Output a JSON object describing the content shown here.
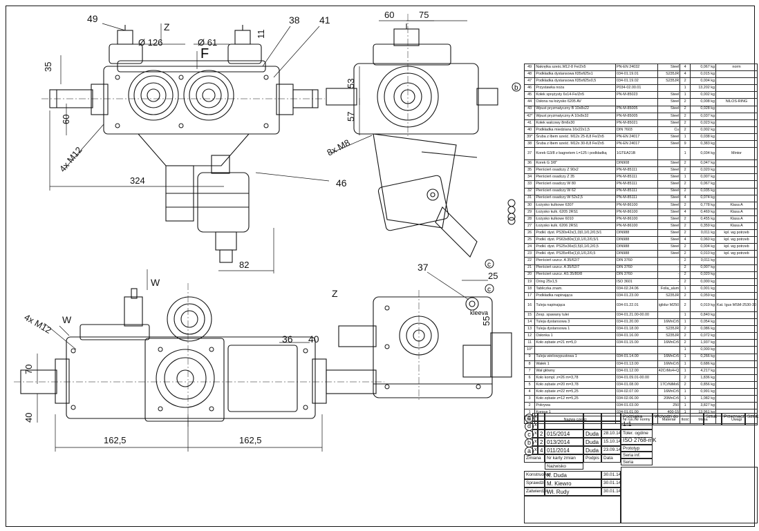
{
  "dimensions": {
    "d126": "Ø 126",
    "d61": "Ø 61",
    "d35": "35",
    "d60": "60",
    "d324": "324",
    "d82": "82",
    "d60b": "60",
    "d75": "75",
    "d53": "53",
    "d57": "57",
    "d25": "25",
    "d55": "55",
    "d70": "70",
    "d40": "40",
    "d162a": "162,5",
    "d162b": "162,5",
    "m12a": "4x M12",
    "m12b": "4x M12",
    "m8": "8x M8"
  },
  "callouts": {
    "c49": "49",
    "c38": "38",
    "c41": "41",
    "c11": "11",
    "c46": "46",
    "c37": "37",
    "c36": "36",
    "c40": "40",
    "viewZ1": "Z",
    "viewZ2": "Z",
    "viewF": "F",
    "viewW1": "W",
    "viewW2": "W",
    "revB": "b",
    "revC": "c"
  },
  "parts": [
    [
      "49",
      "Nakrętka sześc.M12-8 Fe/Zn5",
      "PN-EN 24032",
      "Steel",
      "4",
      "0,067 kg",
      "norm"
    ],
    [
      "48",
      "Podkładka dystansowa fi35xfi25x1",
      "034-01.19.01",
      "S235JR",
      "4",
      "0,015 kg",
      ""
    ],
    [
      "47",
      "Podkładka dystansowa fi35xfi25x0,5",
      "034-01.19.02",
      "S235JR",
      "2",
      "0,004 kg",
      ""
    ],
    [
      "46",
      "Przystawka noża",
      "P034-02.00.01",
      "",
      "1",
      "13,202 kg",
      ""
    ],
    [
      "45",
      "Kołek sprężysty 6x14-Fe/Zn5",
      "PN-M-85023",
      "Steel",
      "1",
      "0,002 kg",
      ""
    ],
    [
      "44",
      "Osłona na łożysko 6205 AV",
      "",
      "Steel",
      "2",
      "0,008 kg",
      "NILOS-RING"
    ],
    [
      "43",
      "Wpust pryzmatyczny B 10x8x22",
      "PN-M-85005",
      "Steel",
      "2",
      "0,028 kg",
      ""
    ],
    [
      "42*",
      "Wpust pryzmatyczny A 10x8x32",
      "PN-M-85005",
      "Steel",
      "2",
      "0,037 kg",
      ""
    ],
    [
      "41",
      "Kołek walcowy 8m6x30",
      "PN-M-85021",
      "Steel",
      "2",
      "0,023 kg",
      ""
    ],
    [
      "40",
      "Podkładka miedziana 16x22x1,5",
      "DIN 7603",
      "Cu",
      "2",
      "0,002 kg",
      ""
    ],
    [
      "39*",
      "Śruba z łbem sześć. M12x 25-8,8 Fe/Zn5",
      "PN-EN 24017",
      "Steel",
      "1",
      "0,038 kg",
      ""
    ],
    [
      "38",
      "Śruba z łbem sześć. M12x 30-8,8 Fe/Zn5",
      "PN-EN 24017",
      "Steel",
      "9",
      "0,383 kg",
      ""
    ],
    [
      "37",
      "Korek G3/8 z bagnetem L=125 i podkładką",
      "1GTEA21B",
      "",
      "1",
      "0,034 kg",
      "Mintor"
    ],
    [
      "36",
      "Korek G 3/8\"",
      "DIN908",
      "Steel",
      "2",
      "0,047 kg",
      ""
    ],
    [
      "35",
      "Pierścień osadczy Z 90x2",
      "PN-M-85111",
      "Steel",
      "2",
      "0,020 kg",
      ""
    ],
    [
      "34",
      "Pierścień osadczy Z 35",
      "PN-M-85111",
      "Steel",
      "1",
      "0,007 kg",
      ""
    ],
    [
      "33",
      "Pierścień osadczy W 80",
      "PN-M-85111",
      "Steel",
      "2",
      "0,067 kg",
      ""
    ],
    [
      "32",
      "Pierścień osadczy W 62",
      "PN-M-85111",
      "Steel",
      "2",
      "0,035 kg",
      ""
    ],
    [
      "31",
      "Pierścień osadczy W 52x2,5",
      "PN-M-85111",
      "Steel",
      "4",
      "0,074 kg",
      ""
    ],
    [
      "30",
      "Łożysko kulkowe 6307",
      "PN-M-86100",
      "Steel",
      "2",
      "0,778 kg",
      "Klasa A"
    ],
    [
      "29",
      "Łożysko kulk. 6205 2RS1",
      "PN-M-86100",
      "Steel",
      "4",
      "0,469 kg",
      "Klasa A"
    ],
    [
      "28",
      "Łożysko kulkowe 6010",
      "PN-M-86100",
      "Steel",
      "2",
      "0,455 kg",
      "Klasa A"
    ],
    [
      "27",
      "Łożysko kulk. 6206 2RS1",
      "PN-M-86100",
      "Steel",
      "2",
      "0,359 kg",
      "Klasa A"
    ],
    [
      "26",
      "Podkł. dyst. PS30x42x(1,0)0,1/0,2/0,5/1",
      "DIN988",
      "Steel",
      "2",
      "0,011 kg",
      "kpl. wg potrzeb"
    ],
    [
      "25",
      "Podkł. dyst. PS63x80x(1)0,1/0,2/0,5/1",
      "DIN988",
      "Steel",
      "4",
      "0,060 kg",
      "kpl. wg potrzeb"
    ],
    [
      "24",
      "Podkł. dyst. PS25x36x(0,5)0,1/0,2/0,5",
      "DIN988",
      "Steel",
      "2",
      "0,004 kg",
      "kpl. wg potrzeb"
    ],
    [
      "23",
      "Podkł. dyst. PS35x45x(1)0,1/0,2/0,5",
      "DIN988",
      "Steel",
      "2",
      "0,010 kg",
      "kpl. wg potrzeb"
    ],
    [
      "22",
      "Pierścień uszcz. A 35/62/7",
      "DIN 3760",
      "-",
      "2",
      "0,011 kg",
      ""
    ],
    [
      "21",
      "Pierścień uszcz. A 35/52/7",
      "DIN 3760",
      "-",
      "2",
      "0,007 kg",
      ""
    ],
    [
      "20",
      "Pierścień uszcz. AS 35/80/8",
      "DIN 3760",
      "-",
      "2",
      "0,020 kg",
      ""
    ],
    [
      "19",
      "Oring 25x1,5",
      "ISO 3601",
      "-",
      "2",
      "0,000 kg",
      ""
    ],
    [
      "18",
      "Tabliczka znam.",
      "034-02.24.06",
      "Folia_alum",
      "1",
      "0,001 kg",
      ""
    ],
    [
      "17",
      "Podkładka napinająca",
      "034-01.23.00",
      "S235JR",
      "2",
      "0,059 kg",
      ""
    ],
    [
      "16",
      "Tuleja napinająca",
      "034-01.22.01",
      "iglidur M250",
      "2",
      "0,019 kg",
      "Kat. Igus MSM-2530-30"
    ],
    [
      "15",
      "Zesp. spawany tulei",
      "034-01.21.00-00.00",
      "",
      "1",
      "0,840 kg",
      ""
    ],
    [
      "14",
      "Tuleja dystansowa 3",
      "034-01.20.00",
      "16MnCr5",
      "1",
      "0,054 kg",
      ""
    ],
    [
      "13",
      "Tuleja dystansowa 1",
      "034-01.18.00",
      "S235JR",
      "2",
      "0,086 kg",
      ""
    ],
    [
      "12",
      "Osłonka 1",
      "034-01.16.00",
      "S235JR",
      "2",
      "0,072 kg",
      ""
    ],
    [
      "11",
      "Koło zębate z=21 m=5,0",
      "034-01.15.00",
      "16MnCr5",
      "2",
      "1,937 kg",
      ""
    ],
    [
      "10*",
      "",
      "",
      "",
      "1",
      "0,000 kg",
      ""
    ],
    [
      "9",
      "Tuleja wielowypustowa 1",
      "034-01.14.00",
      "16MnCr5",
      "1",
      "0,266 kg",
      ""
    ],
    [
      "8",
      "Wałek 1",
      "034-01.13.00",
      "16MnCr5",
      "1",
      "0,686 kg",
      ""
    ],
    [
      "7",
      "Wał główny",
      "034-01.12.00",
      "42CrMo4+Q",
      "1",
      "4,217 kg",
      ""
    ],
    [
      "6",
      "Koło kompl. z=26 m=3,78",
      "034-01.09.01-00.00",
      "",
      "2",
      "1,836 kg",
      ""
    ],
    [
      "5",
      "Koło zębate z=20 m=3,78",
      "034-01.08.00",
      "17CrNiMo6",
      "2",
      "0,856 kg",
      ""
    ],
    [
      "4",
      "Koło zębate z=22 m=5,25",
      "034-02.07.00",
      "16MnCr5",
      "1",
      "0,991 kg",
      ""
    ],
    [
      "3",
      "Koło zębate z=12 m=5,25",
      "034-02.06.00",
      "20MnCr5",
      "1",
      "1,082 kg",
      ""
    ],
    [
      "2",
      "Pokrywa",
      "034-01.03.00",
      "250",
      "1",
      "3,827 kg",
      ""
    ],
    [
      "1",
      "Korpus 1",
      "034-01.01.00",
      "400-15",
      "1",
      "13,961 kg",
      ""
    ]
  ],
  "parts_header": [
    "Lp.",
    "Nazwa części",
    "Nr rys./Nr normy",
    "Materiał",
    "Ilość",
    "Masa",
    "Uwagi"
  ],
  "revisions": [
    {
      "mark": "e",
      "x": "x",
      "n": "",
      "doc": "",
      "who": "",
      "date": ""
    },
    {
      "mark": "d",
      "x": "x",
      "n": "",
      "doc": "",
      "who": "",
      "date": ""
    },
    {
      "mark": "c",
      "x": "x",
      "n": "2",
      "doc": "015/2014",
      "who": "Duda",
      "date": "28.10.14"
    },
    {
      "mark": "b",
      "x": "x",
      "n": "2",
      "doc": "013/2014",
      "who": "Duda",
      "date": "15.10.14"
    },
    {
      "mark": "a",
      "x": "x",
      "n": "4",
      "doc": "011/2014",
      "who": "Duda",
      "date": "23.09.14"
    }
  ],
  "titleblock": {
    "scale_label": "Podziałka",
    "scale": "1:1",
    "tol_label": "Toler. ogólne",
    "tol": "ISO 2768-mK",
    "entry_label": "Wchodzi do",
    "qty_label": "Sztuk",
    "proto_label": "Prototyp",
    "series_label": "Seria inf.",
    "seria_label": "Seria",
    "sztuk2": "Sztuk",
    "przeznacz": "Przeznacz.",
    "sztuk3": "Sztuk",
    "zmiana": "Zmiana",
    "nr_karty": "Nr karty zmian",
    "nazwisko": "Nazwisko",
    "podpis": "Podpis",
    "data": "Data",
    "konstruowal_label": "Konstruował",
    "konstruowal": "K. Duda",
    "konstruowal_date": "30.01.14",
    "sprawdzil_label": "Sprawdził",
    "sprawdzil": "M. Kiewro",
    "sprawdzil_date": "30.01.14",
    "zatwierdzil_label": "Zatwierdził",
    "zatwierdzil": "Wł. Rudy",
    "zatwierdzil_date": "30.01.14"
  },
  "brand_text": "kleeva"
}
